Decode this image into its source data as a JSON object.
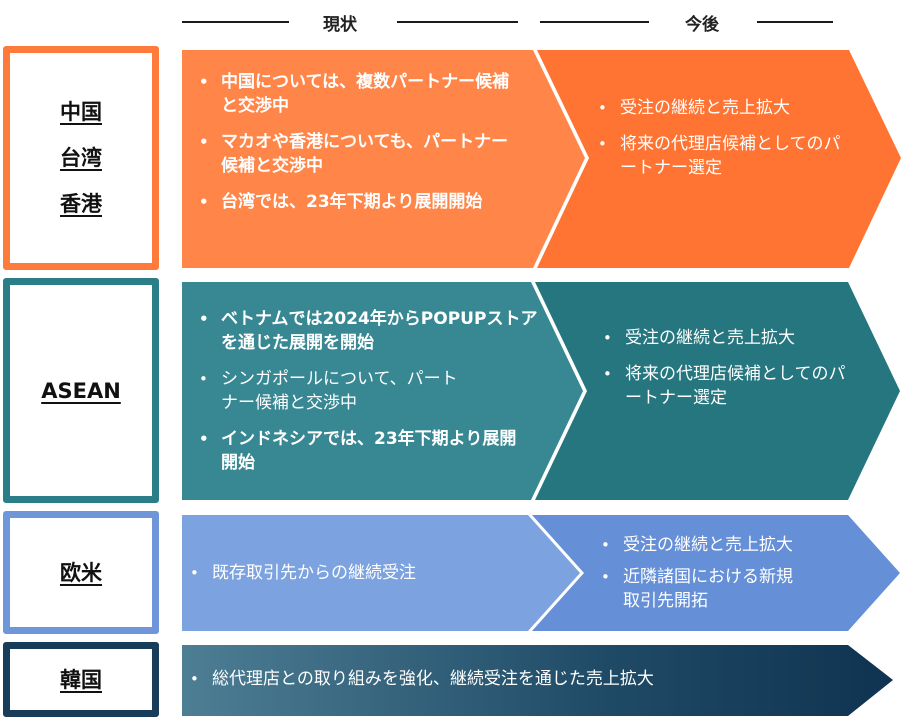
{
  "headers": {
    "current": "現状",
    "future": "今後"
  },
  "colors": {
    "china": "#ff7b3b",
    "asean": "#2b7d88",
    "west": "#6f96d8",
    "korea": "#173d5a"
  },
  "rows": {
    "china": {
      "labels": [
        "中国",
        "台湾",
        "香港"
      ],
      "current": [
        "中国については、複数パートナー候補と交渉中",
        "マカオや香港についても、パートナー候補と交渉中",
        "台湾では、23年下期より展開開始"
      ],
      "future": [
        "受注の継続と売上拡大",
        "将来の代理店候補としてのパートナー選定"
      ]
    },
    "asean": {
      "label": "ASEAN",
      "current": [
        "ベトナムでは2024年からPOPUPストアを通じた展開を開始",
        "シンガポールについて、パートナー候補と交渉中",
        "インドネシアでは、23年下期より展開開始"
      ],
      "future": [
        "受注の継続と売上拡大",
        "将来の代理店候補としてのパートナー選定"
      ]
    },
    "west": {
      "label": "欧米",
      "current": [
        "既存取引先からの継続受注"
      ],
      "future": [
        "受注の継続と売上拡大",
        "近隣諸国における新規取引先開拓"
      ]
    },
    "korea": {
      "label": "韓国",
      "current": [
        "総代理店との取り組みを強化、継続受注を通じた売上拡大"
      ]
    }
  }
}
